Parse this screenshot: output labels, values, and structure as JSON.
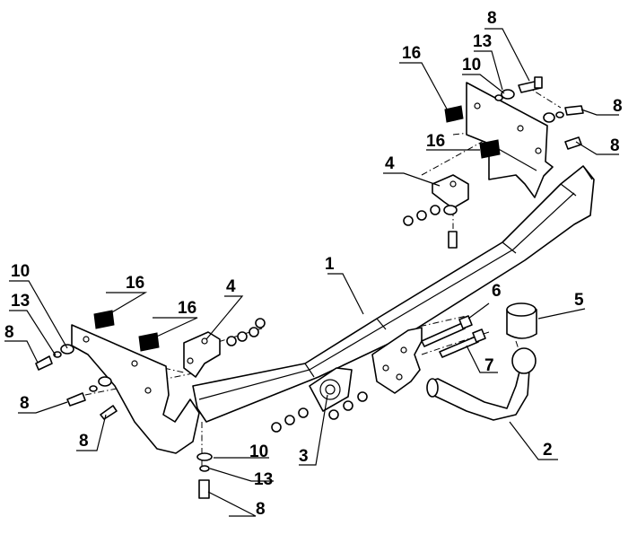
{
  "callouts": [
    {
      "id": "c8a",
      "text": "8"
    },
    {
      "id": "c13a",
      "text": "13"
    },
    {
      "id": "c10a",
      "text": "10"
    },
    {
      "id": "c16a",
      "text": "16"
    },
    {
      "id": "c8b",
      "text": "8"
    },
    {
      "id": "c16b",
      "text": "16"
    },
    {
      "id": "c8c",
      "text": "8"
    },
    {
      "id": "c4a",
      "text": "4"
    },
    {
      "id": "c10b",
      "text": "10"
    },
    {
      "id": "c13b",
      "text": "13"
    },
    {
      "id": "c16c",
      "text": "16"
    },
    {
      "id": "c16d",
      "text": "16"
    },
    {
      "id": "c4b",
      "text": "4"
    },
    {
      "id": "c1",
      "text": "1"
    },
    {
      "id": "c6",
      "text": "6"
    },
    {
      "id": "c5",
      "text": "5"
    },
    {
      "id": "c8d",
      "text": "8"
    },
    {
      "id": "c8e",
      "text": "8"
    },
    {
      "id": "c7",
      "text": "7"
    },
    {
      "id": "c8f",
      "text": "8"
    },
    {
      "id": "c10c",
      "text": "10"
    },
    {
      "id": "c13c",
      "text": "13"
    },
    {
      "id": "c8g",
      "text": "8"
    },
    {
      "id": "c3",
      "text": "3"
    },
    {
      "id": "c2",
      "text": "2"
    }
  ]
}
